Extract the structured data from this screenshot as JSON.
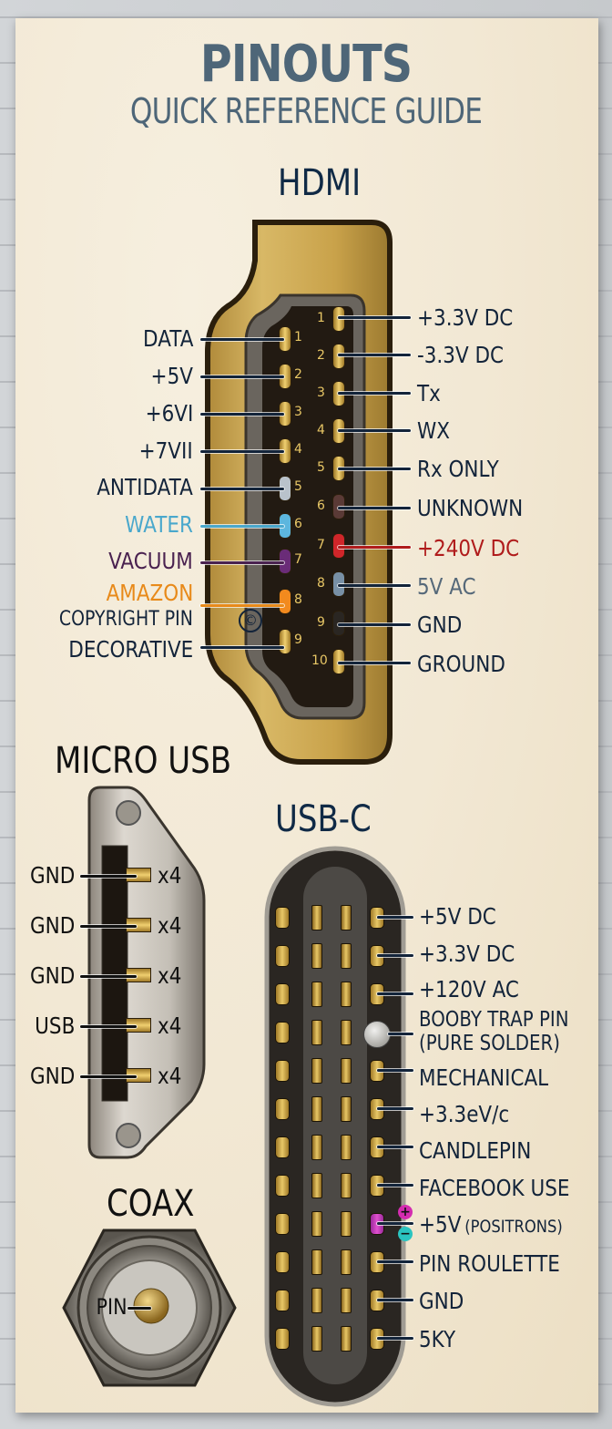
{
  "header": {
    "title": "PINOUTS",
    "subtitle": "QUICK REFERENCE GUIDE"
  },
  "hdmi": {
    "title": "HDMI",
    "left_pins": [
      {
        "num": "1",
        "label": "DATA",
        "color": "#13243a",
        "pin_color": "#e8c766"
      },
      {
        "num": "2",
        "label": "+5V",
        "color": "#13243a",
        "pin_color": "#e8c766"
      },
      {
        "num": "3",
        "label": "+6VI",
        "color": "#13243a",
        "pin_color": "#e8c766"
      },
      {
        "num": "4",
        "label": "+7VII",
        "color": "#13243a",
        "pin_color": "#e8c766"
      },
      {
        "num": "5",
        "label": "ANTIDATA",
        "color": "#13243a",
        "pin_color": "#b9c2cb"
      },
      {
        "num": "6",
        "label": "WATER",
        "color": "#4aa8cc",
        "pin_color": "#5cb6de"
      },
      {
        "num": "7",
        "label": "VACUUM",
        "color": "#4a2250",
        "pin_color": "#6a2c78"
      },
      {
        "num": "8",
        "label": "AMAZON",
        "color": "#e88a1a",
        "pin_color": "#f28a1e"
      },
      {
        "num": "9",
        "label": "DECORATIVE",
        "color": "#13243a",
        "pin_color": "#e8c766"
      }
    ],
    "copyright_label": "COPYRIGHT PIN",
    "copyright_symbol": "©",
    "right_pins": [
      {
        "num": "1",
        "label": "+3.3V DC",
        "color": "#13243a",
        "pin_color": "#e8c766"
      },
      {
        "num": "2",
        "label": "-3.3V DC",
        "color": "#13243a",
        "pin_color": "#e8c766"
      },
      {
        "num": "3",
        "label": "Tx",
        "color": "#13243a",
        "pin_color": "#e8c766"
      },
      {
        "num": "4",
        "label": "WX",
        "color": "#13243a",
        "pin_color": "#e8c766"
      },
      {
        "num": "5",
        "label": "Rx ONLY",
        "color": "#13243a",
        "pin_color": "#e8c766"
      },
      {
        "num": "6",
        "label": "UNKNOWN",
        "color": "#13243a",
        "pin_color": "#5a3a36"
      },
      {
        "num": "7",
        "label": "+240V DC",
        "color": "#b01c1c",
        "pin_color": "#d0262a"
      },
      {
        "num": "8",
        "label": "5V AC",
        "color": "#56697a",
        "pin_color": "#7890a6"
      },
      {
        "num": "9",
        "label": "GND",
        "color": "#13243a",
        "pin_color": "#2a2622"
      },
      {
        "num": "10",
        "label": "GROUND",
        "color": "#13243a",
        "pin_color": "#e8c766"
      }
    ]
  },
  "micro_usb": {
    "title": "MICRO USB",
    "pins": [
      {
        "label": "GND",
        "count": "x4"
      },
      {
        "label": "GND",
        "count": "x4"
      },
      {
        "label": "GND",
        "count": "x4"
      },
      {
        "label": "USB",
        "count": "x4"
      },
      {
        "label": "GND",
        "count": "x4"
      }
    ]
  },
  "coax": {
    "title": "COAX",
    "pin_label": "PIN"
  },
  "usb_c": {
    "title": "USB-C",
    "pins": [
      {
        "label": "+5V DC"
      },
      {
        "label": "+3.3V DC"
      },
      {
        "label": "+120V AC"
      },
      {
        "label": "BOOBY TRAP PIN",
        "label2": "(PURE SOLDER)"
      },
      {
        "label": "MECHANICAL"
      },
      {
        "label": "+3.3eV/c"
      },
      {
        "label": "CANDLEPIN"
      },
      {
        "label": "FACEBOOK USE"
      },
      {
        "label": "+5V",
        "suffix": "(POSITRONS)",
        "plus": "+",
        "minus": "−"
      },
      {
        "label": "PIN ROULETTE"
      },
      {
        "label": "GND"
      },
      {
        "label": "5KY"
      }
    ]
  },
  "colors": {
    "title": "#4e6678",
    "heading": "#102a46",
    "paper": "#f2e8d4",
    "gold": "#c9a24a"
  }
}
